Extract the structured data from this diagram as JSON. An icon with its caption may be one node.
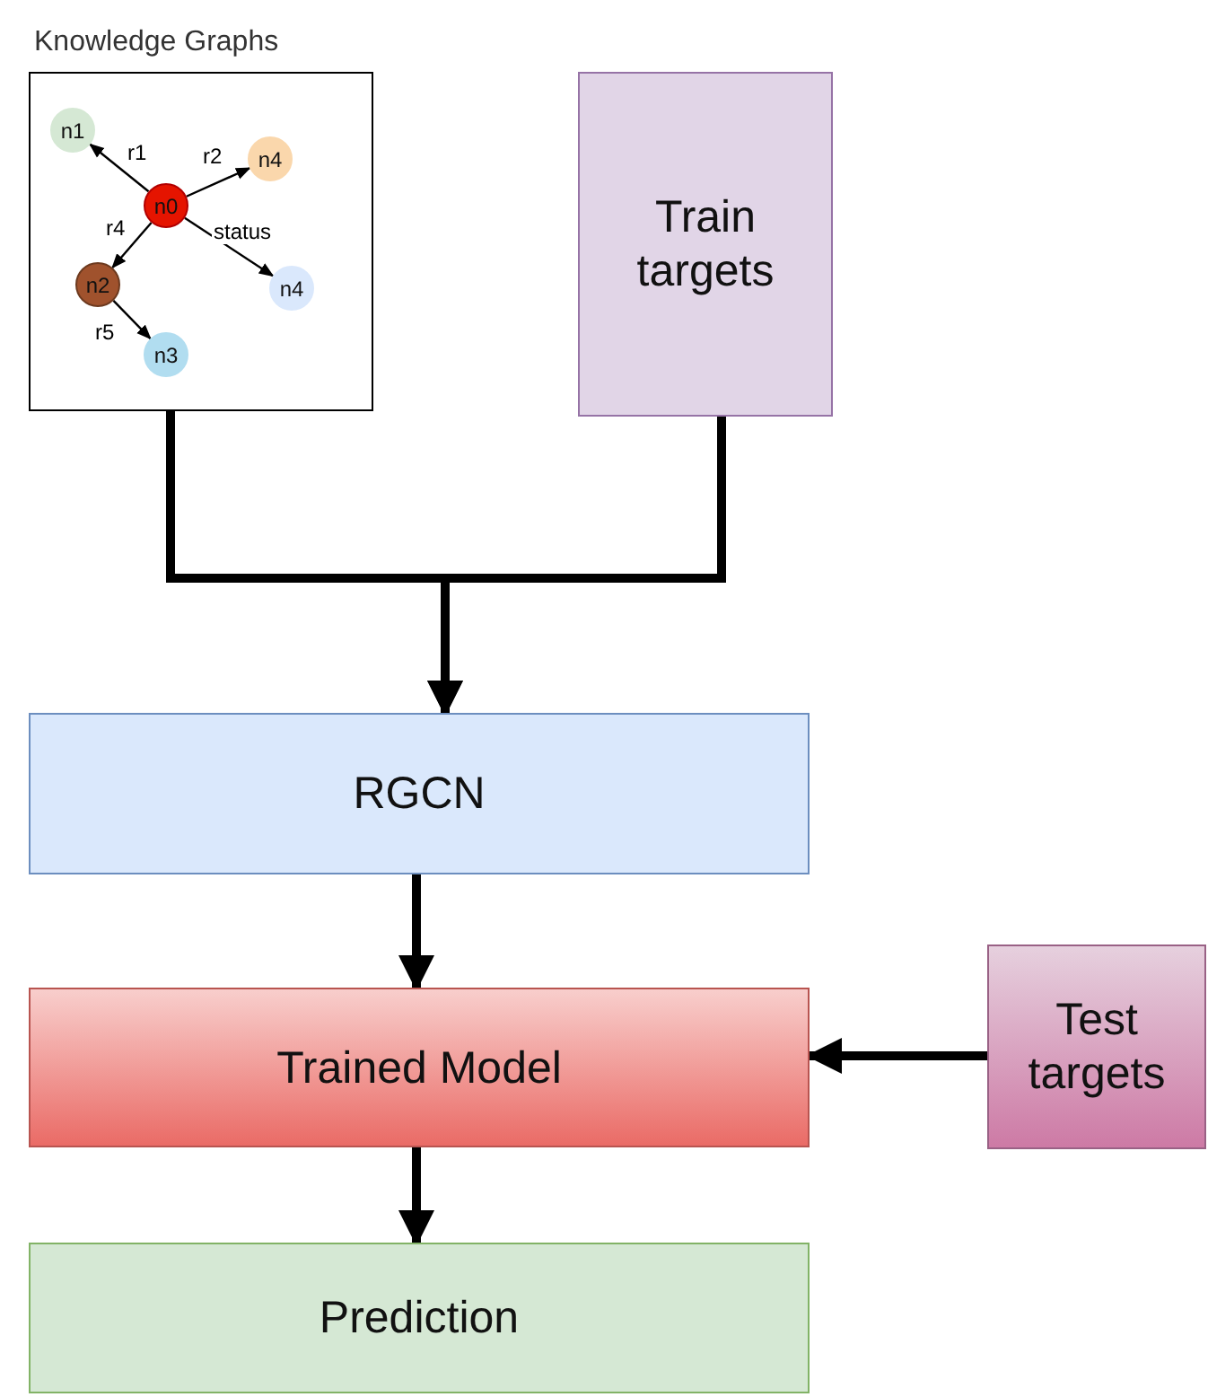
{
  "diagram": {
    "nodes": [
      {
        "text": [
          "Knowledge Graphs"
        ]
      },
      {
        "text": [
          "n0"
        ],
        "in": 0
      },
      {
        "text": [
          "n1"
        ],
        "in": 0
      },
      {
        "text": [
          "n4"
        ],
        "in": 0
      },
      {
        "text": [
          "n2"
        ],
        "in": 0
      },
      {
        "text": [
          "n4"
        ],
        "in": 0
      },
      {
        "text": [
          "n3"
        ],
        "in": 0
      },
      {
        "text": [
          "Train targets"
        ]
      },
      {
        "text": [
          "RGCN"
        ]
      },
      {
        "text": [
          "Trained Model"
        ]
      },
      {
        "text": [
          "Test targets"
        ]
      },
      {
        "text": [
          "Prediction"
        ]
      }
    ],
    "edges": [
      {
        "from": 1,
        "to": 2,
        "arrow": "to",
        "label": "r1"
      },
      {
        "from": 1,
        "to": 3,
        "arrow": "to",
        "label": "r2"
      },
      {
        "from": 1,
        "to": 4,
        "arrow": "to",
        "label": "r4"
      },
      {
        "from": 1,
        "to": 5,
        "arrow": "to",
        "label": "status"
      },
      {
        "from": 4,
        "to": 6,
        "arrow": "to",
        "label": "r5"
      },
      {
        "from": 0,
        "to": 8,
        "arrow": "to",
        "style": "thick"
      },
      {
        "from": 7,
        "to": 8,
        "arrow": "to",
        "style": "thick"
      },
      {
        "from": 8,
        "to": 9,
        "arrow": "to",
        "style": "thick"
      },
      {
        "from": 10,
        "to": 9,
        "arrow": "to",
        "style": "thick"
      },
      {
        "from": 9,
        "to": 11,
        "arrow": "to",
        "style": "thick"
      }
    ]
  }
}
